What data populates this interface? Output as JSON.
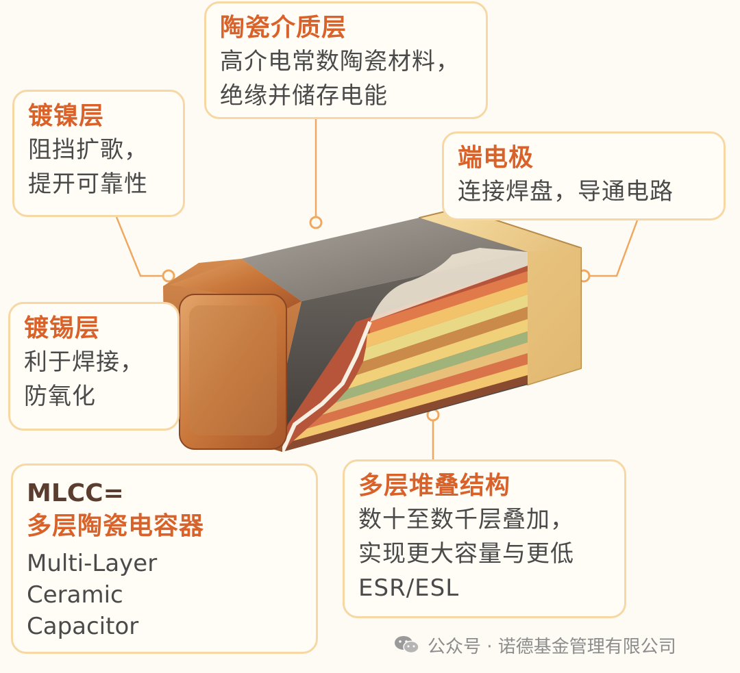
{
  "callouts": {
    "ceramic": {
      "title": "陶瓷介质层",
      "lines": [
        "高介电常数陶瓷材料，",
        "绝缘并储存电能"
      ]
    },
    "nickel": {
      "title": "镀镍层",
      "lines": [
        "阻挡扩歌，",
        "提开可靠性"
      ]
    },
    "terminal": {
      "title": "端电极",
      "lines": [
        "连接焊盘，导通电路"
      ]
    },
    "tin": {
      "title": "镀锡层",
      "lines": [
        "利于焊接，",
        "防氧化"
      ]
    },
    "stack": {
      "title": "多层堆叠结构",
      "lines": [
        "数十至数千层叠加，",
        "实现更大容量与更低",
        "ESR/ESL"
      ]
    }
  },
  "mlcc_card": {
    "line1": "MLCC=",
    "line2": "多层陶瓷电容器",
    "english": [
      "Multi-Layer",
      "Ceramic",
      "Capacitor"
    ]
  },
  "watermark": {
    "text": "公众号 · 诺德基金管理有限公司",
    "icon": "wechat-icon"
  },
  "colors": {
    "accent": "#d9622b",
    "card_border": "#f7d7a3",
    "connector": "#f0a860",
    "copper": "#c9773a",
    "ceramic_body": "#7d7770"
  }
}
